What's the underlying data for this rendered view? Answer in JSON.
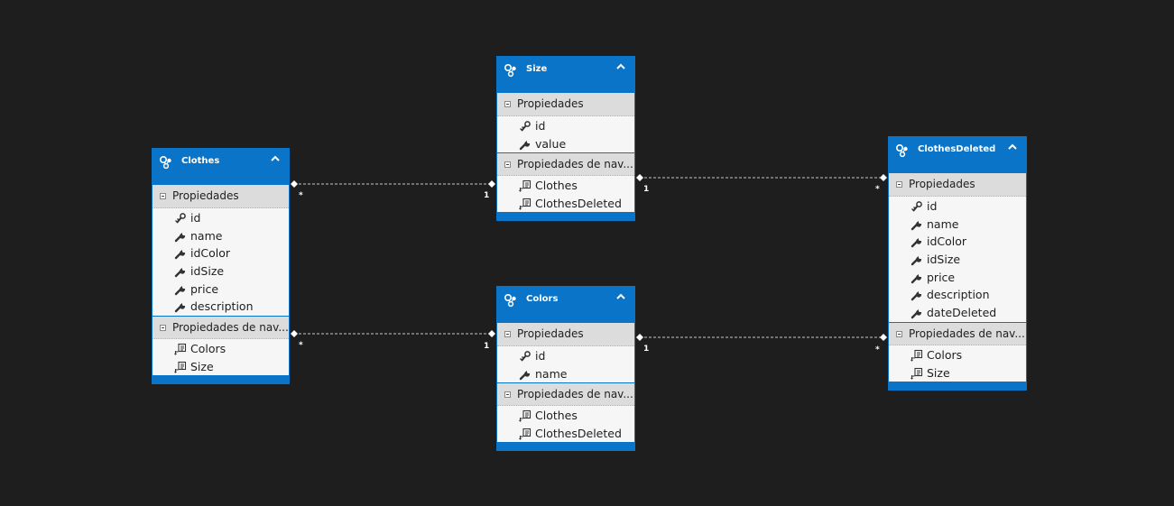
{
  "entities": {
    "clothes": {
      "name": "Clothes",
      "properties_header": "Propiedades",
      "properties": [
        "id",
        "name",
        "idColor",
        "idSize",
        "price",
        "description"
      ],
      "nav_header": "Propiedades de nav...",
      "nav_properties": [
        "Colors",
        "Size"
      ]
    },
    "size": {
      "name": "Size",
      "properties_header": "Propiedades",
      "properties": [
        "id",
        "value"
      ],
      "nav_header": "Propiedades de nav...",
      "nav_properties": [
        "Clothes",
        "ClothesDeleted"
      ]
    },
    "colors": {
      "name": "Colors",
      "properties_header": "Propiedades",
      "properties": [
        "id",
        "name"
      ],
      "nav_header": "Propiedades de nav...",
      "nav_properties": [
        "Clothes",
        "ClothesDeleted"
      ]
    },
    "clothes_deleted": {
      "name": "ClothesDeleted",
      "properties_header": "Propiedades",
      "properties": [
        "id",
        "name",
        "idColor",
        "idSize",
        "price",
        "description",
        "dateDeleted"
      ],
      "nav_header": "Propiedades de nav...",
      "nav_properties": [
        "Colors",
        "Size"
      ]
    }
  },
  "associations": [
    {
      "from": "clothes",
      "to": "size",
      "from_multiplicity": "*",
      "to_multiplicity": "1"
    },
    {
      "from": "clothes",
      "to": "colors",
      "from_multiplicity": "*",
      "to_multiplicity": "1"
    },
    {
      "from": "size",
      "to": "clothes_deleted",
      "from_multiplicity": "1",
      "to_multiplicity": "*"
    },
    {
      "from": "colors",
      "to": "clothes_deleted",
      "from_multiplicity": "1",
      "to_multiplicity": "*"
    }
  ],
  "colors": {
    "background": "#1e1e1e",
    "entity_header": "#0a74c9",
    "entity_body": "#f6f6f6",
    "section_header": "#dcdcdc",
    "connector": "#c8c8c8"
  },
  "icons": {
    "entity": "entity-icon",
    "key_property": "key-icon",
    "property": "wrench-icon",
    "navigation": "navigation-property-icon",
    "collapse": "chevron-up-icon"
  }
}
